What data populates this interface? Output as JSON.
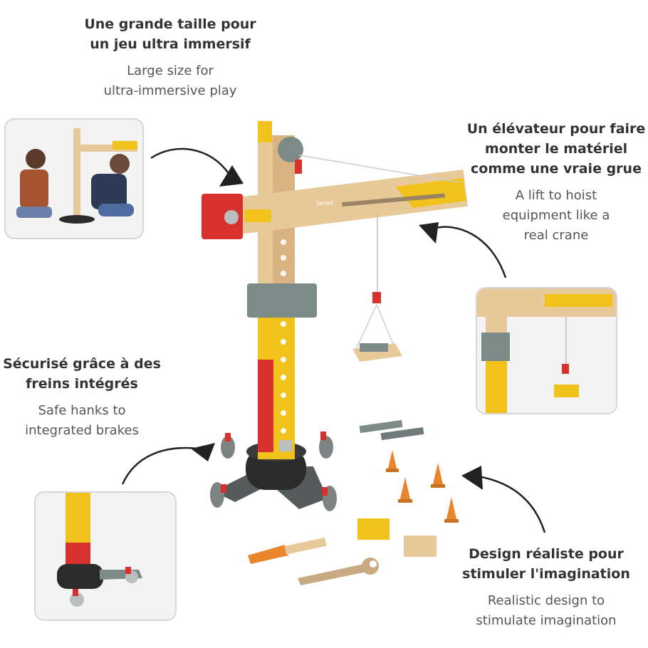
{
  "captions": [
    {
      "fr": [
        "Une grande taille pour",
        "un jeu ultra immersif"
      ],
      "en": [
        "Large size for",
        "ultra-immersive play"
      ]
    },
    {
      "fr": [
        "Un élévateur pour faire",
        "monter le matériel",
        "comme une vraie grue"
      ],
      "en": [
        "A lift to hoist",
        "equipment like a",
        "real crane"
      ]
    },
    {
      "fr": [
        "Sécurisé grâce à des",
        "freins intégrés"
      ],
      "en": [
        "Safe hanks to",
        "integrated brakes"
      ]
    },
    {
      "fr": [
        "Design réaliste pour",
        "stimuler l'imagination"
      ],
      "en": [
        "Realistic design to",
        "stimulate imagination"
      ]
    }
  ],
  "product": {
    "brand_label": "Janod"
  },
  "colors": {
    "yellow": "#f2c21c",
    "red": "#d8302c",
    "wood": "#e8c99a",
    "grey": "#7c8a88",
    "black": "#2b2b2b",
    "orange": "#e9852a"
  }
}
